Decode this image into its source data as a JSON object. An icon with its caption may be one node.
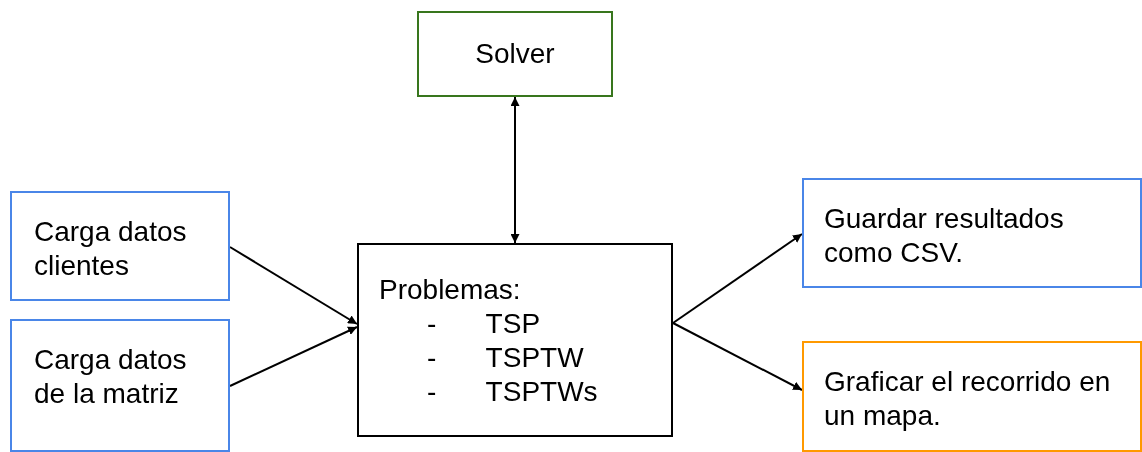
{
  "diagram": {
    "nodes": [
      {
        "text": [
          "Solver"
        ]
      },
      {
        "text": [
          "Carga datos clientes"
        ]
      },
      {
        "text": [
          "Carga datos de la matriz"
        ]
      },
      {
        "text": [
          "Problemas:",
          "- TSP",
          "- TSPTW",
          "- TSPTWs"
        ]
      },
      {
        "text": [
          "Guardar resultados como CSV."
        ]
      },
      {
        "text": [
          "Graficar el recorrido en un mapa."
        ]
      }
    ],
    "edges": [
      {
        "from": 0,
        "to": 3,
        "arrow": "both"
      },
      {
        "from": 1,
        "to": 3,
        "arrow": "to"
      },
      {
        "from": 2,
        "to": 3,
        "arrow": "to"
      },
      {
        "from": 3,
        "to": 4,
        "arrow": "to"
      },
      {
        "from": 3,
        "to": 5,
        "arrow": "to"
      }
    ]
  }
}
